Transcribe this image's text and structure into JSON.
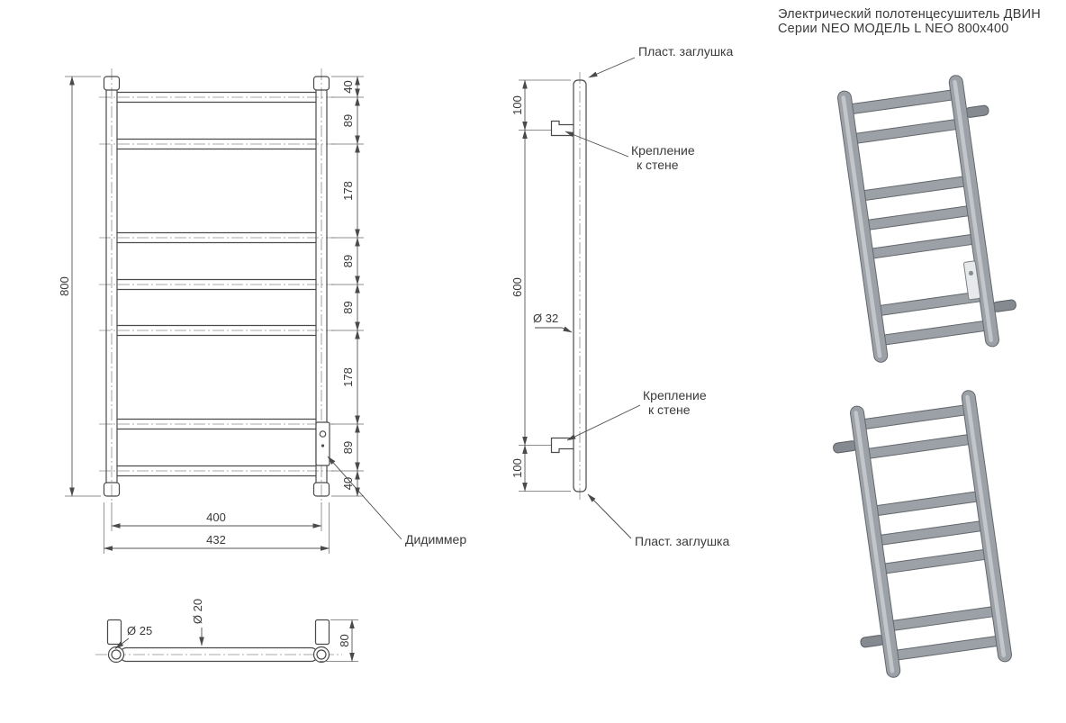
{
  "title": {
    "line1": "Электрический полотенцесушитель ДВИН",
    "line2": "Серии NEO МОДЕЛЬ L NEO 800x400"
  },
  "front_view": {
    "overall_height": "800",
    "segments": [
      "40",
      "89",
      "178",
      "89",
      "89",
      "178",
      "89",
      "40"
    ],
    "inner_width": "400",
    "outer_width": "432",
    "dimmer_label": "Дидиммер"
  },
  "side_view": {
    "plug_top": "Пласт. заглушка",
    "plug_bottom": "Пласт. заглушка",
    "mount_top_line1": "Крепление",
    "mount_top_line2": "к стене",
    "mount_bottom_line1": "Крепление",
    "mount_bottom_line2": "к стене",
    "offset_top": "100",
    "mount_spacing": "600",
    "offset_bottom": "100",
    "tube_diameter": "Ø 32"
  },
  "top_view": {
    "post_diameter": "Ø 25",
    "bar_diameter": "Ø 20",
    "depth": "80"
  },
  "colors": {
    "line": "#4a4a4a",
    "render_fill": "#9ba1a6",
    "render_stroke": "#63686d",
    "background": "#ffffff"
  }
}
